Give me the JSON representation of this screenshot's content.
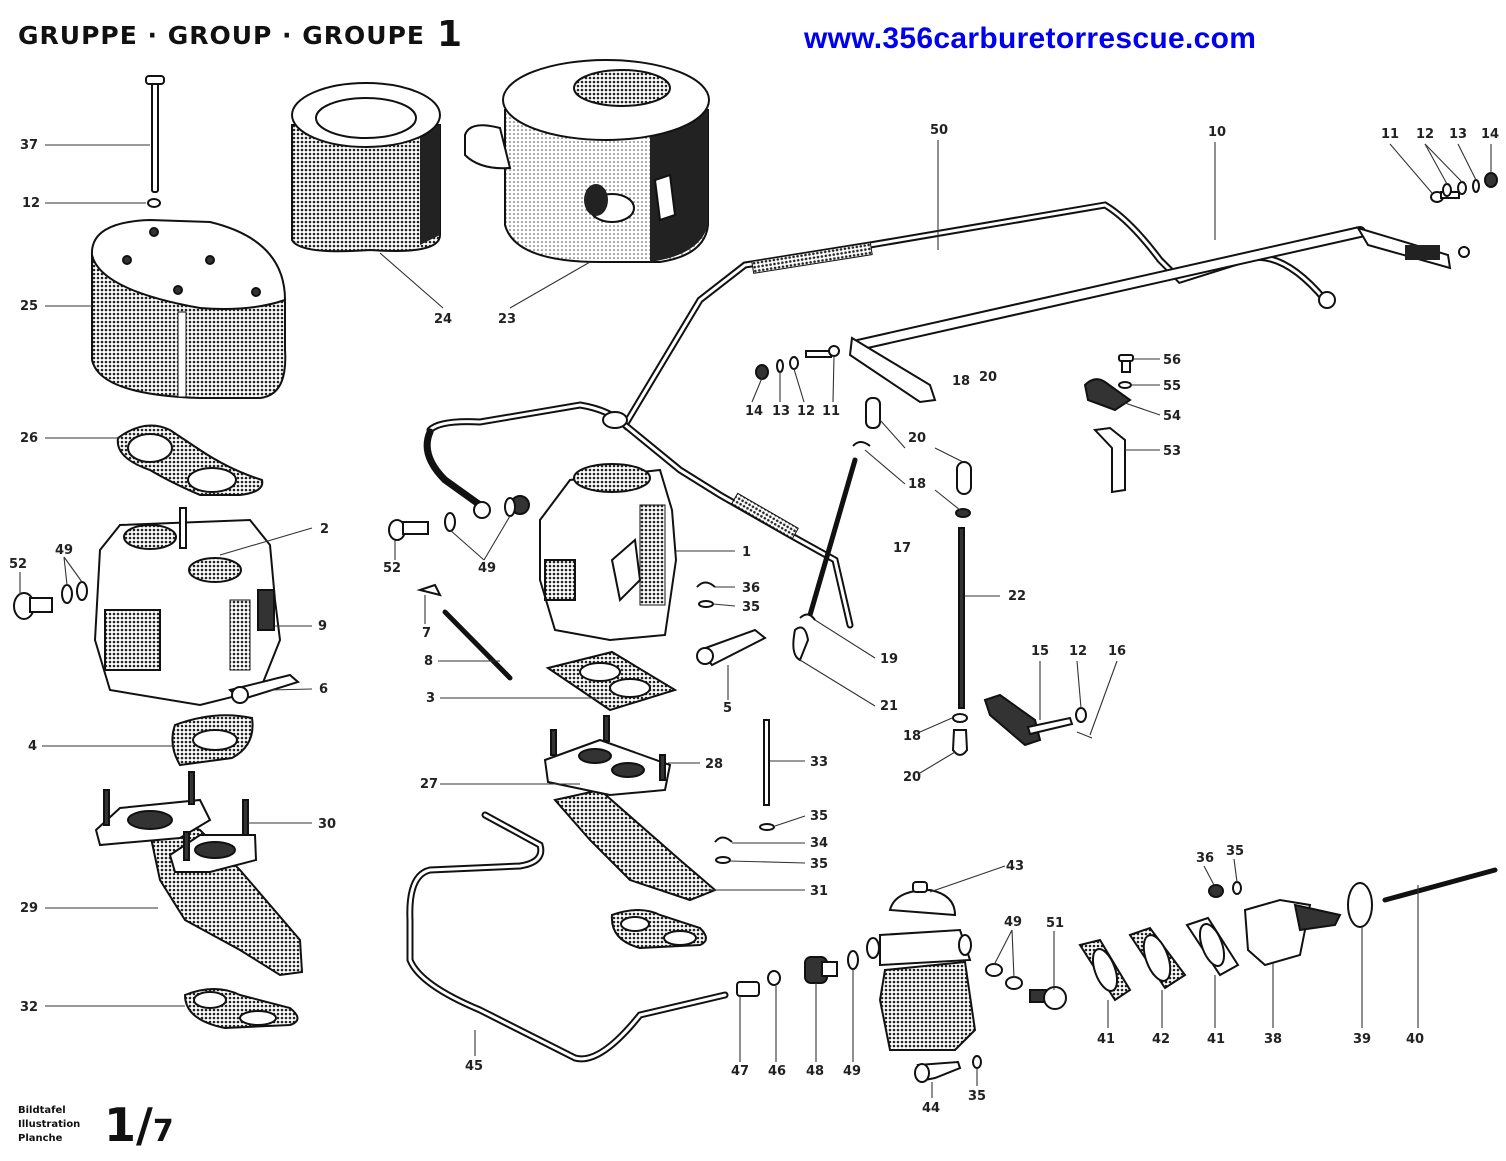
{
  "header": {
    "title": "GRUPPE · GROUP · GROUPE",
    "group_number": "1",
    "website": "www.356carburetorrescue.com"
  },
  "plate": {
    "words": [
      "Bildtafel",
      "Illustration",
      "Planche"
    ],
    "number": "1/",
    "sub": "7"
  },
  "colors": {
    "website_text": "#0000ee",
    "ink": "#111111",
    "background": "#ffffff"
  },
  "part_labels": {
    "l37": "37",
    "l12a": "12",
    "l25": "25",
    "l26": "26",
    "l24": "24",
    "l23": "23",
    "l2": "2",
    "l52a": "52",
    "l49a": "49",
    "l9": "9",
    "l6": "6",
    "l4": "4",
    "l30": "30",
    "l29": "29",
    "l32": "32",
    "l52b": "52",
    "l49b": "49",
    "l1": "1",
    "l36a": "36",
    "l35a": "35",
    "l7": "7",
    "l8": "8",
    "l3": "3",
    "l5": "5",
    "l28": "28",
    "l27": "27",
    "l33": "33",
    "l35b": "35",
    "l34": "34",
    "l35c": "35",
    "l31": "31",
    "l50": "50",
    "l10": "10",
    "l11a": "11",
    "l12b": "12",
    "l13a": "13",
    "l14a": "14",
    "l14b": "14",
    "l13b": "13",
    "l12c": "12",
    "l11b": "11",
    "l18a": "18",
    "l20a": "20",
    "l20b": "20",
    "l18b": "18",
    "l17": "17",
    "l22": "22",
    "l19": "19",
    "l21": "21",
    "l56": "56",
    "l55": "55",
    "l54": "54",
    "l53": "53",
    "l15": "15",
    "l12d": "12",
    "l16": "16",
    "l18c": "18",
    "l20c": "20",
    "l43": "43",
    "l49c": "49",
    "l51": "51",
    "l36b": "36",
    "l35d": "35",
    "l47": "47",
    "l46": "46",
    "l48": "48",
    "l49d": "49",
    "l44": "44",
    "l35e": "35",
    "l41a": "41",
    "l42": "42",
    "l41b": "41",
    "l38": "38",
    "l39": "39",
    "l40": "40",
    "l45": "45"
  }
}
